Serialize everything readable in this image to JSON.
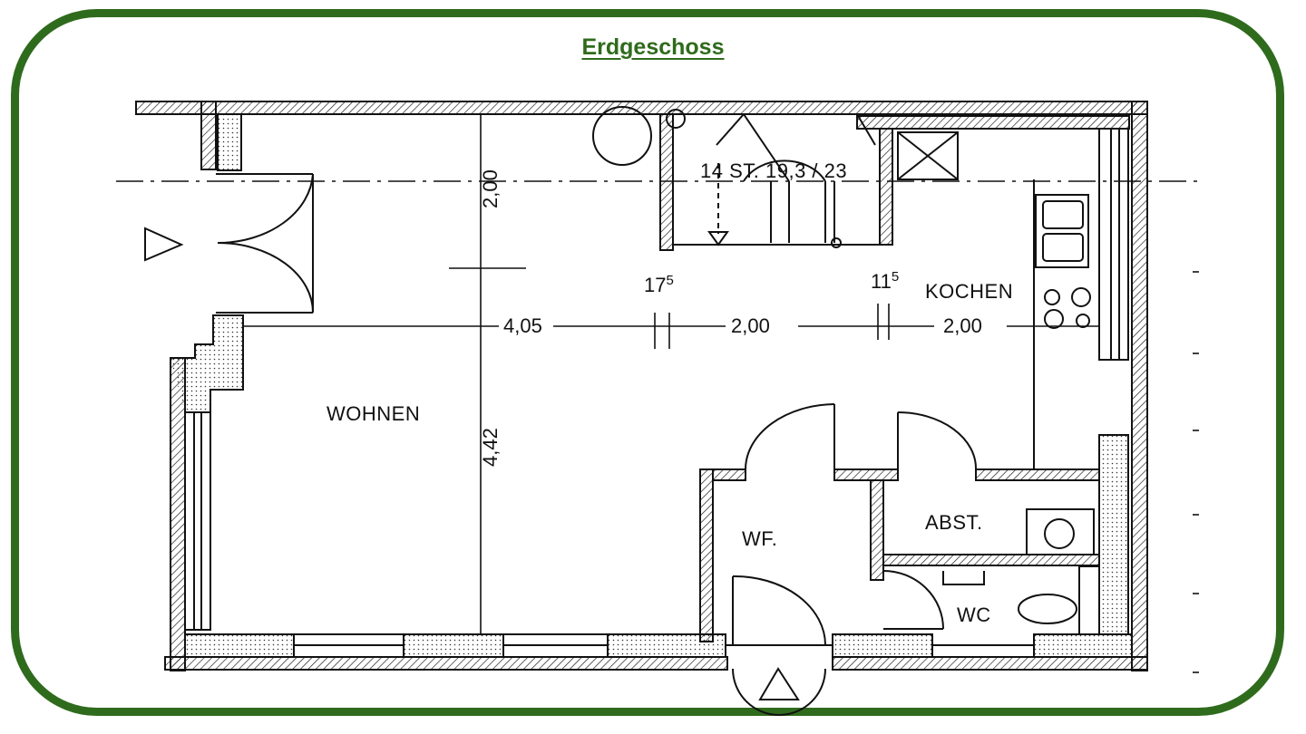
{
  "title": "Erdgeschoss",
  "rooms": {
    "wohnen": "WOHNEN",
    "kochen": "KOCHEN",
    "wf": "WF.",
    "abst": "ABST.",
    "wc": "WC"
  },
  "stair_note": "14 ST. 19,3 / 23",
  "dimensions": {
    "d_200_vertical": "2,00",
    "d_442_vertical": "4,42",
    "d_405": "4,05",
    "d_200_middle": "2,00",
    "d_200_right": "2,00",
    "wall_17": "17",
    "wall_17_sup": "5",
    "wall_11": "11",
    "wall_11_sup": "5"
  },
  "colors": {
    "frame": "#2f6b1c",
    "title": "#2f6b1c",
    "lines": "#111111"
  }
}
